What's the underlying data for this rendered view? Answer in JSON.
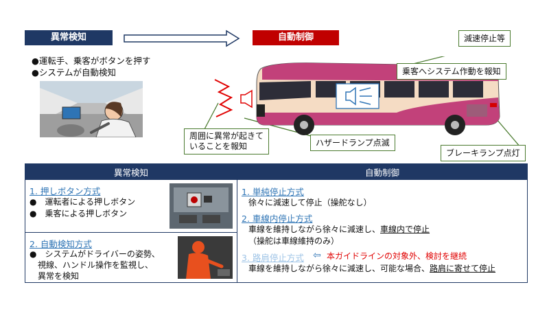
{
  "top": {
    "detect_label": "異常検知",
    "control_label": "自動制御",
    "bullets": [
      "●運転手、乗客がボタンを押す",
      "●システムが自動検知"
    ]
  },
  "callouts": {
    "decel": "減速停止等",
    "notify_passengers": "乗客へシステム作動を報知",
    "notify_surroundings_1": "周囲に異常が起きて",
    "notify_surroundings_2": "いることを報知",
    "hazard": "ハザードランプ点滅",
    "brake": "ブレーキランプ点灯"
  },
  "table": {
    "col_left": "異常検知",
    "col_right": "自動制御",
    "left": {
      "m1_title": "1. 押しボタン方式",
      "m1_items": [
        "●　運転者による押しボタン",
        "●　乗客による押しボタン"
      ],
      "m2_title": "2. 自動検知方式",
      "m2_items": [
        "●　システムがドライバーの姿勢、",
        "視線、ハンドル操作を監視し、",
        "異常を検知"
      ]
    },
    "right": {
      "c1_title": "1. 単純停止方式",
      "c1_desc": "徐々に減速して停止（操舵なし）",
      "c2_title": "2. 車線内停止方式",
      "c2_desc_a": "車線を維持しながら徐々に減速し、",
      "c2_desc_b": "車線内で停止",
      "c2_note": "（操舵は車線維持のみ）",
      "c3_title": "3. 路肩停止方式",
      "c3_arrow": "⇦",
      "c3_note": "本ガイドラインの対象外、検討を継続",
      "c3_desc_a": "車線を維持しながら徐々に減速し、可能な場合、",
      "c3_desc_b": "路肩に寄せて停止"
    }
  },
  "colors": {
    "navy": "#1f3864",
    "red": "#c00000",
    "accent_blue": "#2e74b5",
    "callout_green": "#4a7a2e",
    "bus_pink": "#c2417a"
  }
}
